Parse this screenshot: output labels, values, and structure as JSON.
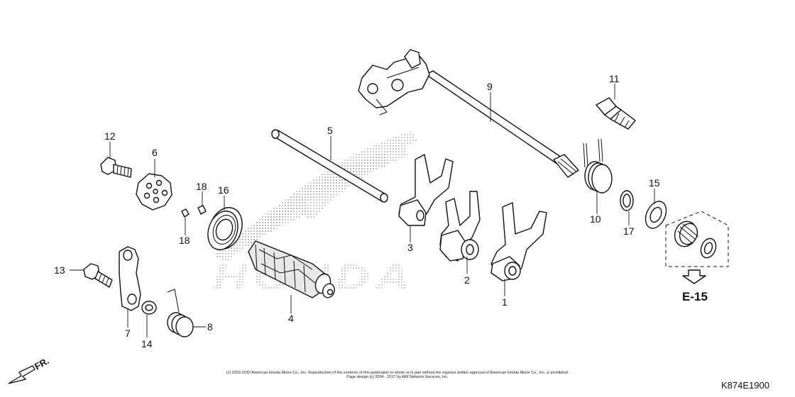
{
  "callouts": {
    "c1": "1",
    "c2": "2",
    "c3": "3",
    "c4": "4",
    "c5": "5",
    "c6": "6",
    "c7": "7",
    "c8": "8",
    "c9": "9",
    "c10": "10",
    "c11": "11",
    "c12": "12",
    "c13": "13",
    "c14": "14",
    "c15": "15",
    "c16": "16",
    "c17": "17",
    "c18a": "18",
    "c18b": "18"
  },
  "reference": {
    "label": "E-15"
  },
  "direction": {
    "label": "FR."
  },
  "watermark": {
    "text": "HONDA"
  },
  "footer": {
    "code": "K874E1900",
    "copyright_line1": "(c) 2003-2010 American Honda Motor Co., Inc. Reproduction of the contents of this publication in whole or in part without the express written approval of American Honda Motor Co., Inc. is prohibited.",
    "copyright_line2": "Page design (c) 2004 - 2017 by ARI Network Services, Inc."
  }
}
